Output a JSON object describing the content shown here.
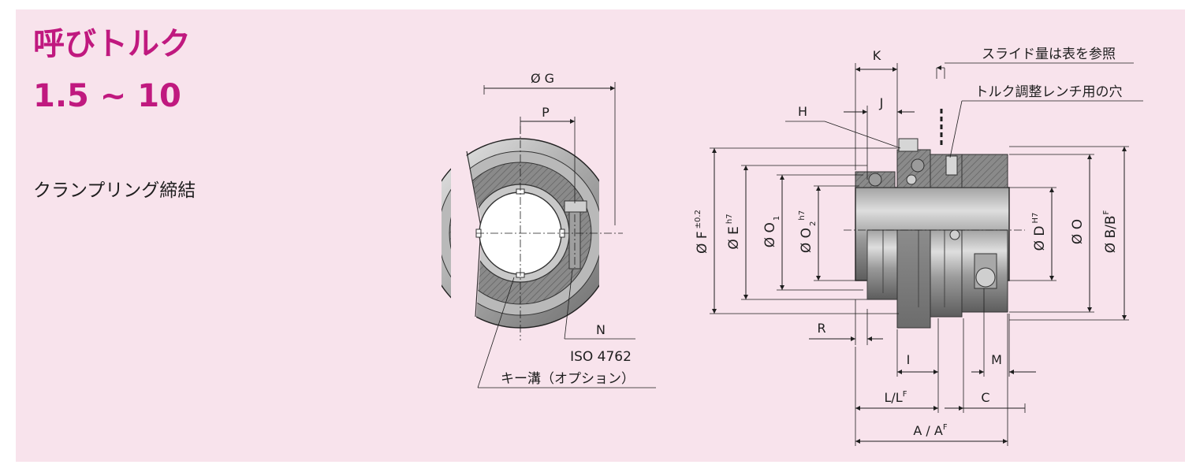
{
  "title": {
    "line1": "呼びトルク",
    "line2": "1.5 ~ 10"
  },
  "subtitle": "クランプリング締結",
  "colors": {
    "title": "#c0197f",
    "background": "#f8e3ec",
    "metal_dark": "#6f6f6f",
    "metal_mid": "#9c9c9c",
    "metal_light": "#d2d2d2"
  },
  "front_view": {
    "labels": {
      "G": "Ø G",
      "P": "P",
      "N": "N",
      "iso": "ISO 4762",
      "keyway": "キー溝（オプション）"
    }
  },
  "side_view": {
    "callouts": {
      "slide": "スライド量は表を参照",
      "wrench_hole": "トルク調整レンチ用の穴"
    },
    "labels": {
      "K": "K",
      "J": "J",
      "H": "H",
      "R": "R",
      "I": "I",
      "M": "M",
      "C": "C"
    },
    "vertical_dims": [
      {
        "main": "Ø F",
        "sup": "±0.2"
      },
      {
        "main": "Ø E",
        "sup": "h7"
      },
      {
        "main": "Ø O",
        "sub": "1"
      },
      {
        "main": "Ø O",
        "sub": "2",
        "sup": "h7"
      },
      {
        "main": "Ø D",
        "sup": "H7"
      },
      {
        "main": "Ø O"
      },
      {
        "main": "Ø B/B",
        "sup": "F"
      }
    ],
    "horizontal_dims": [
      {
        "main": "L/L",
        "sup": "F"
      },
      {
        "main": "A / A",
        "sup": "F"
      }
    ]
  }
}
